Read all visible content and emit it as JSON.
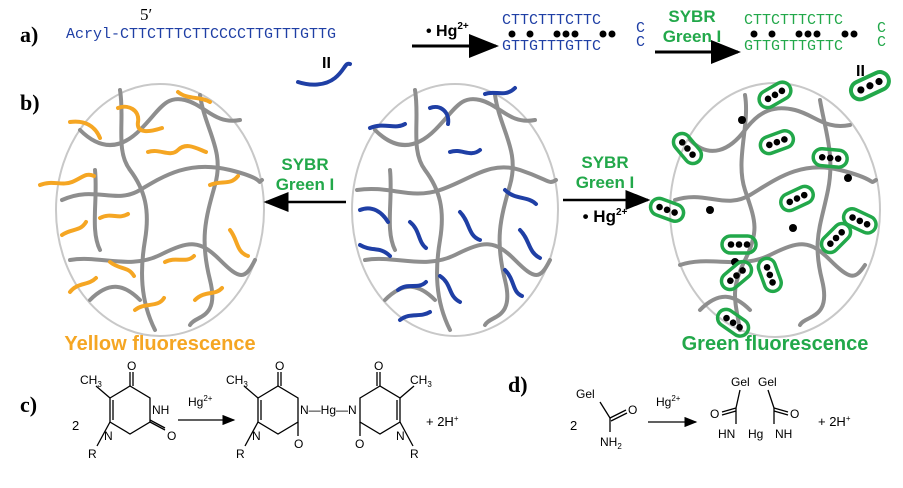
{
  "panels": {
    "a": "a)",
    "b": "b)",
    "c": "c)",
    "d": "d)"
  },
  "panel_a": {
    "prime_label": "5′",
    "probe_prefix": "Acryl-",
    "probe_sequence": "CTTCTTTCTTCCCCTTGTTTGTTG",
    "hg_label": "• Hg",
    "hg_charge": "2+",
    "top_strand": "CTTCTTTCTTC",
    "bottom_strand": "GTTGTTTGTTC",
    "loop_c1": "C",
    "loop_c2": "C",
    "sybr_line1": "SYBR",
    "sybr_line2": "Green I",
    "equiv_symbol": "II"
  },
  "panel_b": {
    "arrow_left_line1": "SYBR",
    "arrow_left_line2": "Green I",
    "arrow_right_line1": "SYBR",
    "arrow_right_line2": "Green I",
    "arrow_right_line3": "• Hg",
    "arrow_right_charge": "2+",
    "yellow_caption": "Yellow fluorescence",
    "green_caption": "Green fluorescence"
  },
  "panel_c": {
    "coefficient": "2",
    "ch3": "CH",
    "ch3_sub": "3",
    "o": "O",
    "nh": "NH",
    "n": "N",
    "r": "R",
    "reagent": "Hg",
    "reagent_charge": "2+",
    "bridge": "N—Hg—N",
    "product_extra": "+ 2H",
    "product_extra_charge": "+"
  },
  "panel_d": {
    "coefficient": "2",
    "gel": "Gel",
    "o": "O",
    "nh2": "NH",
    "nh2_sub": "2",
    "reagent": "Hg",
    "reagent_charge": "2+",
    "hn": "HN",
    "nh": "NH",
    "hg": "Hg",
    "product_extra": "+ 2H",
    "product_extra_charge": "+"
  },
  "colors": {
    "blue": "#1f3fa5",
    "green": "#22a84a",
    "orange": "#f5a623",
    "gray": "#8e8e8e",
    "black": "#000000"
  }
}
